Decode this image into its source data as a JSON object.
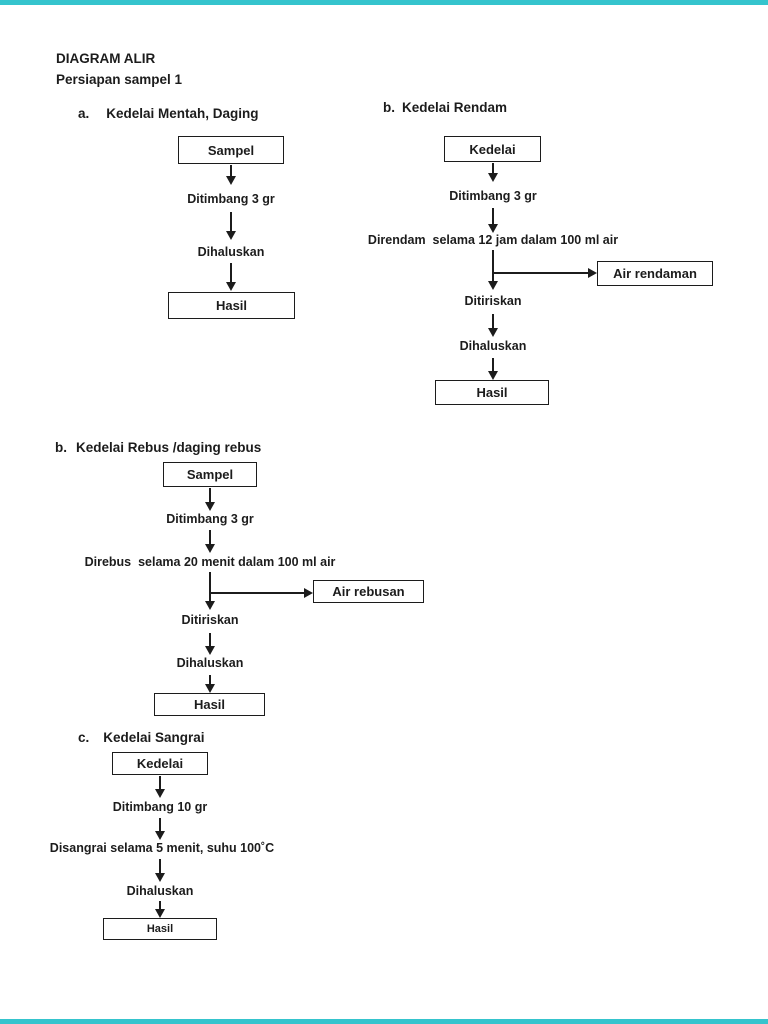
{
  "page": {
    "title": "DIAGRAM ALIR",
    "subtitle": "Persiapan sampel 1",
    "accent_color": "#35c4cd",
    "text_color": "#1c1c1c",
    "background": "#ffffff"
  },
  "sections": {
    "a": {
      "marker": "a.",
      "title": "Kedelai Mentah, Daging",
      "start_box": "Sampel",
      "step1": "Ditimbang 3 gr",
      "step2": "Dihaluskan",
      "end_box": "Hasil"
    },
    "b_rendam": {
      "marker": "b.",
      "title": "Kedelai Rendam",
      "start_box": "Kedelai",
      "step1": "Ditimbang 3 gr",
      "step2": "Direndam  selama 12 jam dalam 100 ml air",
      "branch_box": "Air rendaman",
      "step3": "Ditiriskan",
      "step4": "Dihaluskan",
      "end_box": "Hasil"
    },
    "b_rebus": {
      "marker": "b.",
      "title": "Kedelai Rebus /daging rebus",
      "start_box": "Sampel",
      "step1": "Ditimbang 3 gr",
      "step2": "Direbus  selama 20 menit dalam 100 ml air",
      "branch_box": "Air rebusan",
      "step3": "Ditiriskan",
      "step4": "Dihaluskan",
      "end_box": "Hasil"
    },
    "c": {
      "marker": "c.",
      "title": "Kedelai Sangrai",
      "start_box": "Kedelai",
      "step1": "Ditimbang 10 gr",
      "step2": "Disangrai selama 5 menit, suhu 100˚C",
      "step3": "Dihaluskan",
      "end_box": "Hasil"
    }
  }
}
